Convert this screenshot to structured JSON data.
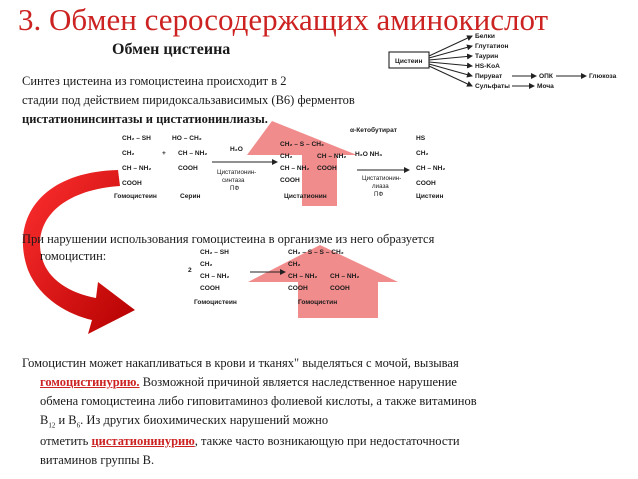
{
  "slide": {
    "title": "3. Обмен серосодержащих аминокислот",
    "subtitle": "Обмен цистеина",
    "accent_color": "#cc2222",
    "arrow_fill": "#f08080"
  },
  "paragraph1": {
    "line1": "Синтез цистеина из гомоцистеина происходит в 2",
    "line2": "стадии под действием пиридоксальзависимых (В6) ферментов",
    "line3": "цистатионинсинтазы и цистатионинлиазы."
  },
  "paragraph2": {
    "line1": "При нарушении использования гомоцистеина в организме из него образуется",
    "line2": "гомоцистин:"
  },
  "paragraph3": {
    "line1": "Гомоцистин может накапливаться в крови и тканях\" выделяться с мочой, вызывая",
    "highlight1": "гомоцистинурию.",
    "line2_rest": " Возможной причиной является наследственное нарушение",
    "line3": "обмена гомоцистеина либо гиповитаминоз фолиевой кислоты, а также витаминов",
    "line4_b": "В",
    "line4_sub1": "12",
    "line4_and": " и В",
    "line4_sub2": "6",
    "line4_rest": ". Из других биохимических нарушений можно",
    "line5_start": "отметить ",
    "highlight2": "цистатионинурию",
    "line5_rest": ", также часто возникающую при недостаточности",
    "line6": "витаминов группы В."
  },
  "scheme": {
    "source": "Цистеин",
    "targets": [
      "Белки",
      "Глутатион",
      "Таурин",
      "HS-KoA",
      "Пируват",
      "Сульфаты"
    ],
    "opk": "ОПК",
    "glucose": "Глюкоза",
    "urine": "Моча"
  },
  "reaction1": {
    "homocysteine": [
      "CH₂ – SH",
      "CH₂",
      "CH – NH₂",
      "COOH"
    ],
    "homocysteine_label": "Гомоцистеин",
    "plus": "+",
    "serine": [
      "HO – CH₂",
      "CH – NH₂",
      "COOH"
    ],
    "serine_label": "Серин",
    "water": "H₂O",
    "enzyme1": [
      "Цистатионин-",
      "синтаза",
      "ПФ"
    ],
    "cystathionine": [
      "CH₂ – S – CH₂",
      "CH₂",
      "CH – NH₂",
      "CH – NH₂",
      "COOH",
      "COOH"
    ],
    "cystathionine_label": "Цистатионин",
    "ketobutyrate": "α-Кетобутират",
    "water_nh3": "H₂O NH₃",
    "enzyme2": [
      "Цистатионин-",
      "лиаза",
      "ПФ"
    ],
    "cysteine": [
      "HS",
      "CH₂",
      "CH – NH₂",
      "COOH"
    ],
    "cysteine_label": "Цистеин"
  },
  "reaction2": {
    "coef": "2",
    "homocysteine": [
      "CH₂ – SH",
      "CH₂",
      "CH – NH₂",
      "COOH"
    ],
    "homocysteine_label": "Гомоцистеин",
    "homocystine": [
      "CH₂ – S – S – CH₂",
      "CH₂",
      "CH – NH₂",
      "CH – NH₂",
      "COOH",
      "COOH"
    ],
    "homocystine_label": "Гомоцистин"
  }
}
